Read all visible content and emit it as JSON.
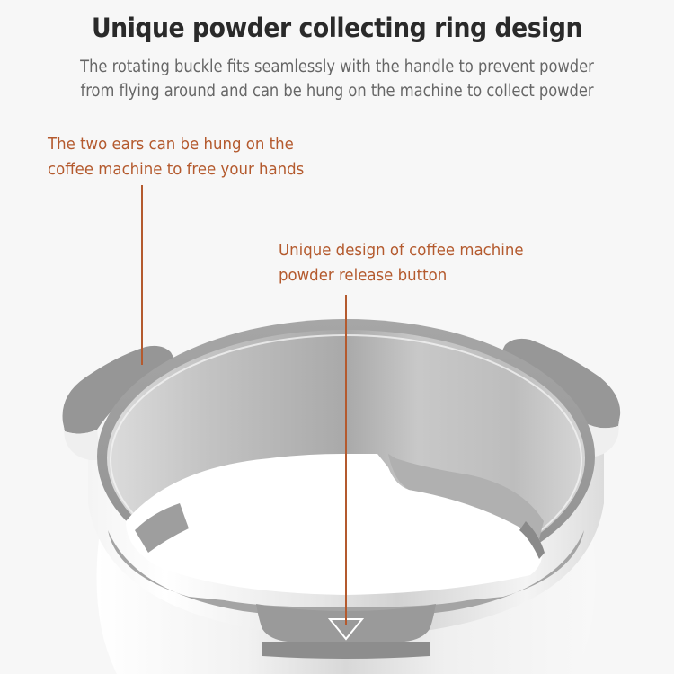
{
  "header": {
    "title": "Unique powder collecting ring design",
    "subtitle_line1": "The rotating buckle fits seamlessly with the handle to prevent powder",
    "subtitle_line2": "from flying around and can be hung on the machine to collect powder"
  },
  "annotations": [
    {
      "line1": "The two ears can be hung on the",
      "line2": "coffee machine to free your hands"
    },
    {
      "line1": "Unique design of coffee machine",
      "line2": "powder release button"
    }
  ],
  "product": {
    "description": "silver aluminum powder collecting dosing ring with two hanging ears",
    "marker_icon": "triangle-down-icon"
  },
  "colors": {
    "background": "#f7f7f7",
    "title": "#2a2a2a",
    "subtitle": "#666666",
    "accent": "#b45a2e",
    "metal_dark": "#9a9a9a",
    "metal_light": "#e6e6e6"
  }
}
